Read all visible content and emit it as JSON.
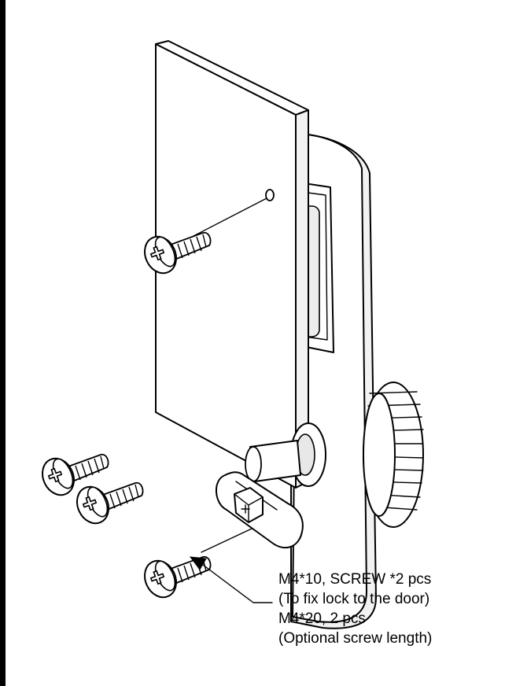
{
  "annotation": {
    "lines": [
      "M4*10, SCREW *2 pcs",
      "(To fix lock to the door)",
      "M4*20, 2 pcs",
      "(Optional screw length)"
    ]
  },
  "colors": {
    "ink": "#000000",
    "background": "#ffffff"
  }
}
